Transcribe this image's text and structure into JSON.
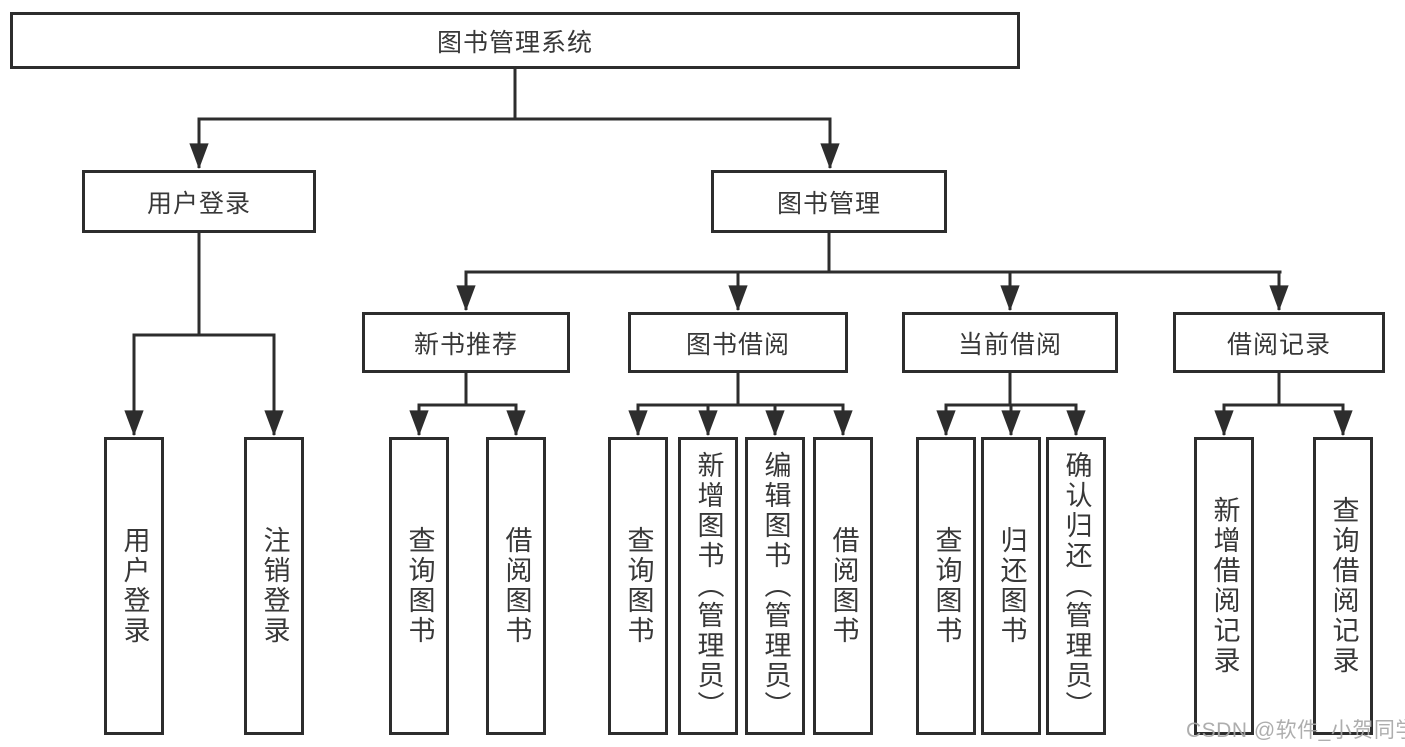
{
  "nodes": {
    "root": "图书管理系统",
    "branches": {
      "user_login": "用户登录",
      "book_management": "图书管理",
      "new_book_rec": "新书推荐",
      "book_borrow": "图书借阅",
      "current_borrow": "当前借阅",
      "borrow_records": "借阅记录"
    },
    "leaves": {
      "user_login_1": "用户登录",
      "user_login_2": "注销登录",
      "new_book_rec_1": "查询图书",
      "new_book_rec_2": "借阅图书",
      "book_borrow_1": "查询图书",
      "book_borrow_2": "新增图书（管理员）",
      "book_borrow_3": "编辑图书（管理员）",
      "book_borrow_4": "借阅图书",
      "current_borrow_1": "查询图书",
      "current_borrow_2": "归还图书",
      "current_borrow_3": "确认归还（管理员）",
      "borrow_records_1": "新增借阅记录",
      "borrow_records_2": "查询借阅记录"
    }
  },
  "structure": {
    "图书管理系统": {
      "用户登录": [
        "用户登录",
        "注销登录"
      ],
      "图书管理": {
        "新书推荐": [
          "查询图书",
          "借阅图书"
        ],
        "图书借阅": [
          "查询图书",
          "新增图书（管理员）",
          "编辑图书（管理员）",
          "借阅图书"
        ],
        "当前借阅": [
          "查询图书",
          "归还图书",
          "确认归还（管理员）"
        ],
        "借阅记录": [
          "新增借阅记录",
          "查询借阅记录"
        ]
      }
    }
  },
  "watermark": "CSDN @软件_小贺同学",
  "colors": {
    "line": "#2d2d2d",
    "box_border": "#2d2d2d",
    "text": "#383838",
    "watermark": "#a8a8a8",
    "background": "#ffffff"
  }
}
